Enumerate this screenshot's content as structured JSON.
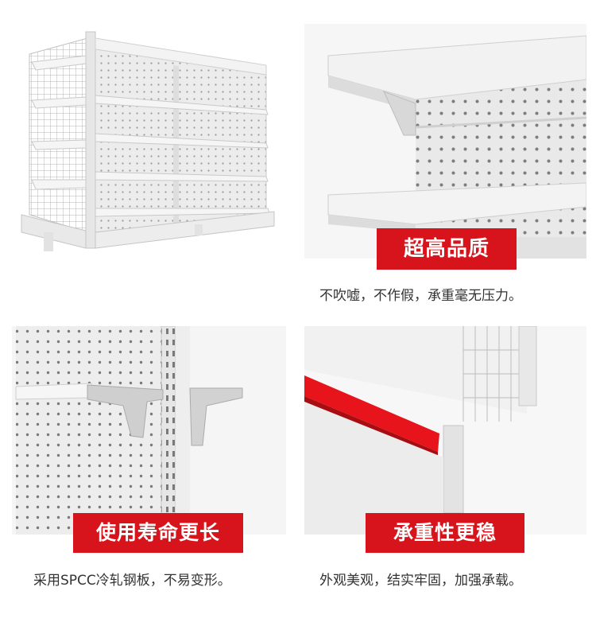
{
  "panels": {
    "top_right": {
      "badge": "超高品质",
      "caption": "不吹嘘，不作假，承重毫无压力。"
    },
    "bottom_left": {
      "badge": "使用寿命更长",
      "caption": "采用SPCC冷轧钢板，不易变形。"
    },
    "bottom_right": {
      "badge": "承重性更稳",
      "caption": "外观美观，结实牢固，加强承载。"
    }
  },
  "colors": {
    "badge_red": "#d7141b",
    "shelf_white": "#f2f2f2",
    "shelf_shadow": "#cfcfcf",
    "hole": "#8a8a8a",
    "price_strip": "#e8141c"
  }
}
